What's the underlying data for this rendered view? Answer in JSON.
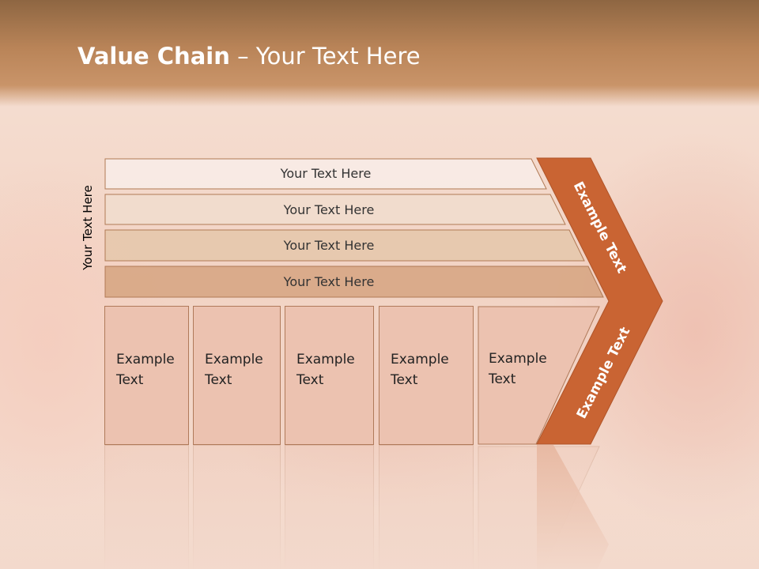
{
  "slide": {
    "title_bold": "Value Chain",
    "title_rest": " – Your Text Here",
    "side_label": "Your Text Here",
    "rows": [
      {
        "label": "Your Text Here",
        "color": "#f7ece6"
      },
      {
        "label": "Your Text Here",
        "color": "#f1dccd"
      },
      {
        "label": "Your Text Here",
        "color": "#e6c8ad"
      },
      {
        "label": "Your Text Here",
        "color": "#d8a785"
      }
    ],
    "boxes": [
      {
        "line1": "Example",
        "line2": "Text"
      },
      {
        "line1": "Example",
        "line2": "Text"
      },
      {
        "line1": "Example",
        "line2": "Text"
      },
      {
        "line1": "Example",
        "line2": "Text"
      },
      {
        "line1": "Example",
        "line2": "Text"
      }
    ],
    "chevron": {
      "upper": "Example Text",
      "lower": "Example Text",
      "color": "#c96433"
    }
  }
}
